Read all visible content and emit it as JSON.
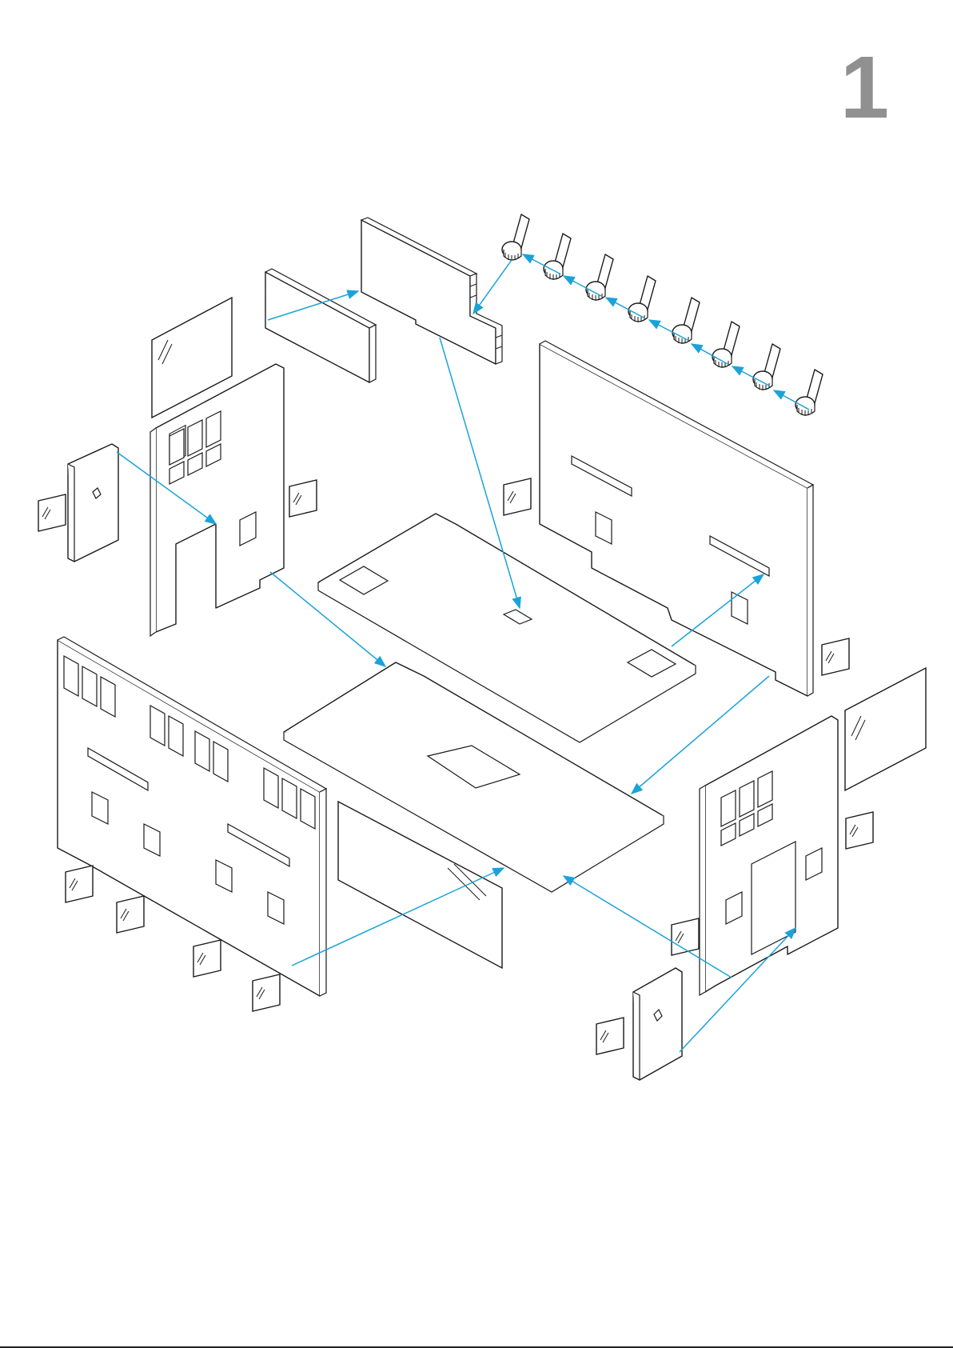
{
  "step": {
    "number": "1"
  },
  "colors": {
    "arrow": "#1aa3d9",
    "line": "#1a1a1a",
    "step_number": "#909090",
    "background": "#ffffff"
  },
  "parts": {
    "top_beam": "beam-panel",
    "small_plank": "plank-panel",
    "clips": "knob-clip",
    "left_wall": "left-side-wall",
    "right_back_wall": "back-wall",
    "upper_floor": "upper-floor-plate",
    "lower_floor": "lower-floor-plate",
    "front_wall": "front-wall",
    "front_glass": "front-window-glass",
    "right_side_wall": "right-side-wall",
    "doors": "door-panel",
    "windows": "window-glass"
  }
}
